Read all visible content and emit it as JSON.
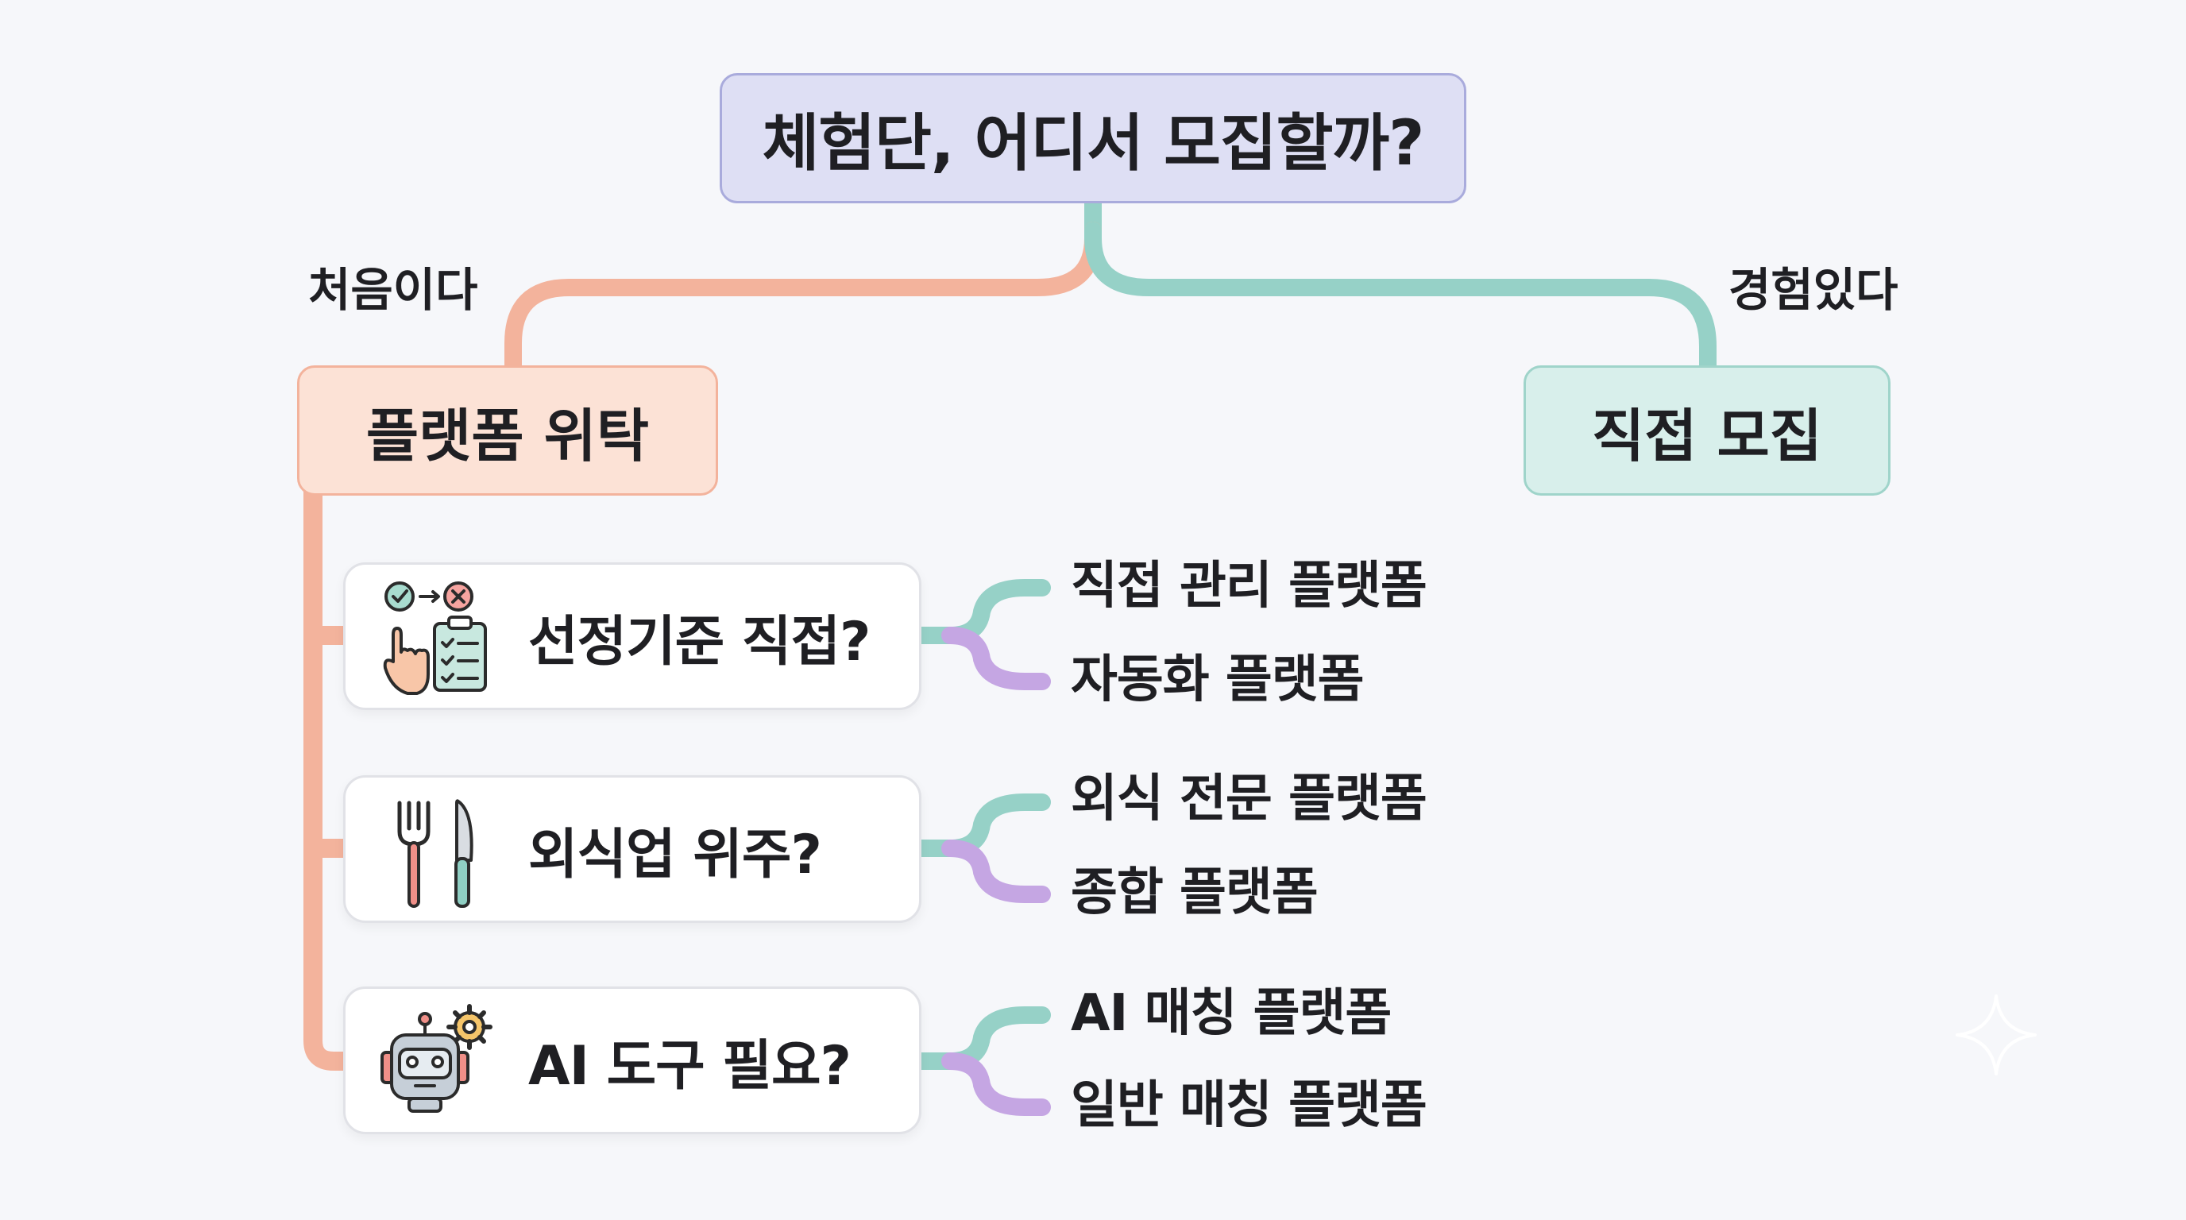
{
  "root": {
    "title": "체험단, 어디서 모집할까?"
  },
  "branches": {
    "first": {
      "label": "처음이다",
      "node": "플랫폼 위탁",
      "color": "#f3b39c"
    },
    "experienced": {
      "label": "경험있다",
      "node": "직접 모집",
      "color": "#96d1c7"
    }
  },
  "questions": [
    {
      "text": "선정기준 직접?",
      "icon": "checklist-hand-icon",
      "options": [
        "직접 관리 플랫폼",
        "자동화 플랫폼"
      ]
    },
    {
      "text": "외식업 위주?",
      "icon": "fork-knife-icon",
      "options": [
        "외식 전문 플랫폼",
        "종합 플랫폼"
      ]
    },
    {
      "text": "AI 도구 필요?",
      "icon": "robot-gear-icon",
      "options": [
        "AI 매칭 플랫폼",
        "일반 매칭 플랫폼"
      ]
    }
  ],
  "colors": {
    "background": "#f6f7fa",
    "root_fill": "#dedff4",
    "option_yes": "#96d1c7",
    "option_no": "#c5a6e3"
  }
}
